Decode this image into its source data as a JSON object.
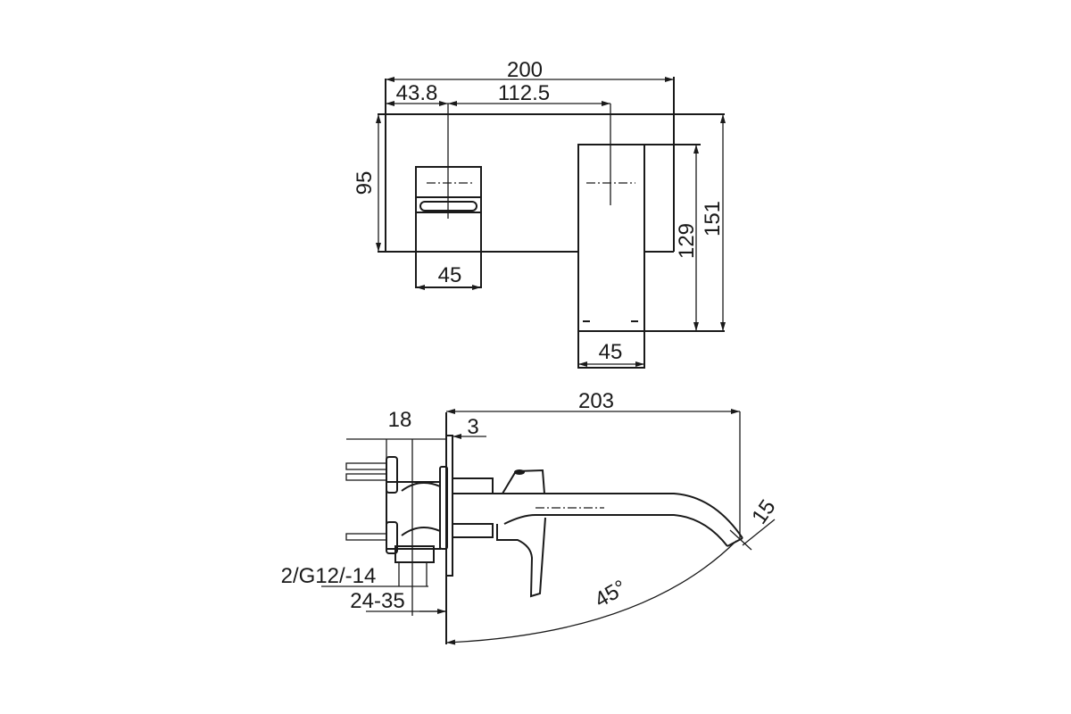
{
  "front_view": {
    "dims": {
      "overall_width": "200",
      "handle_offset": "43.8",
      "center_distance": "112.5",
      "plate_height": "95",
      "spout_height": "129",
      "total_height": "151",
      "handle_width": "45",
      "spout_width": "45"
    }
  },
  "side_view": {
    "dims": {
      "depth_18": "18",
      "plate_3": "3",
      "projection": "203",
      "outlet": "15",
      "angle": "45°",
      "thread": "2/G12/-14",
      "wall_range": "24-35"
    }
  },
  "colors": {
    "line": "#1a1a1a",
    "background": "#ffffff"
  }
}
